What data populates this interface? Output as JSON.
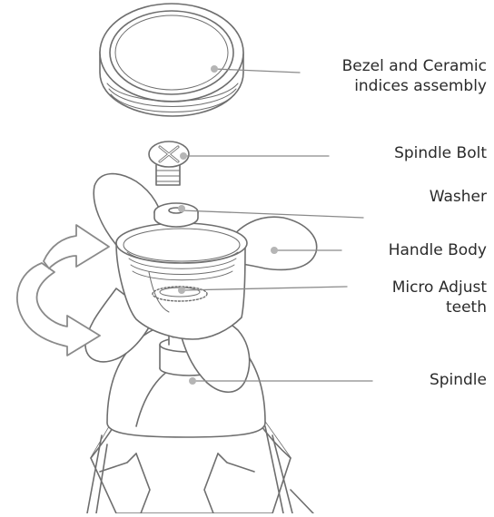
{
  "diagram": {
    "line_color": "#6e6e6e",
    "fill_color": "#ffffff",
    "dot_color": "#b5b5b5",
    "labels": {
      "bezel_line1": "Bezel and Ceramic",
      "bezel_line2": "indices assembly",
      "spindle_bolt": "Spindle Bolt",
      "washer": "Washer",
      "handle_body": "Handle Body",
      "micro_line1": "Micro Adjust",
      "micro_line2": "teeth",
      "spindle": "Spindle"
    }
  }
}
